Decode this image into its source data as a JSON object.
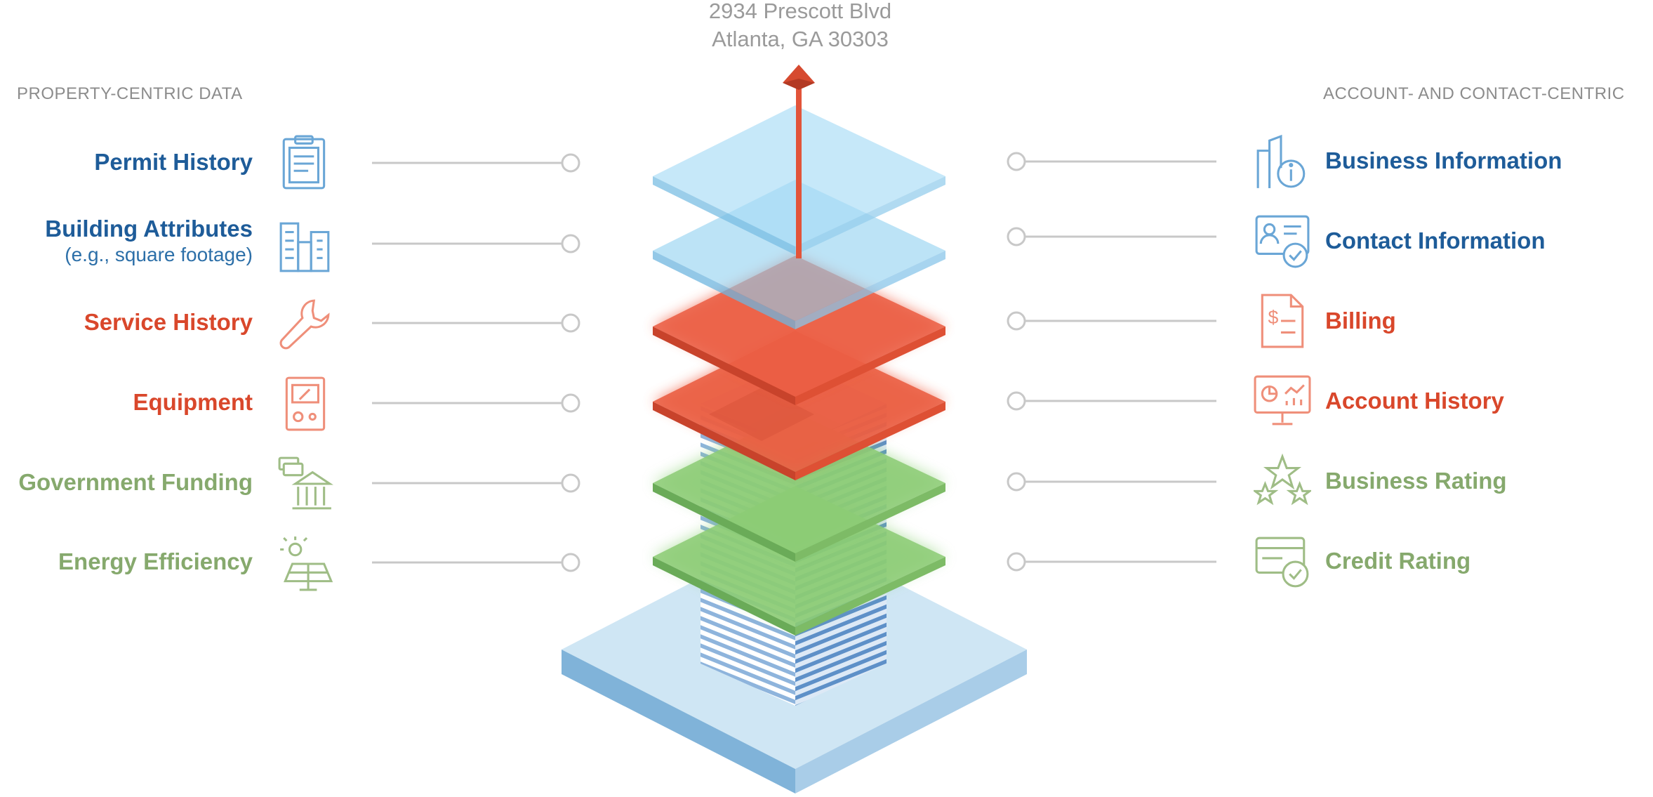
{
  "address": {
    "line1": "2934 Prescott Blvd",
    "line2": "Atlanta, GA 30303"
  },
  "sections": {
    "left": "PROPERTY-CENTRIC DATA",
    "right": "ACCOUNT- AND CONTACT-CENTRIC"
  },
  "colors": {
    "blue": "#1e5c99",
    "red": "#d9472b",
    "green": "#86a96d",
    "connector": "#c8c8c8"
  },
  "left_items": [
    {
      "label": "Permit History",
      "sublabel": "",
      "icon": "clipboard-icon",
      "color": "blue"
    },
    {
      "label": "Building Attributes",
      "sublabel": "(e.g., square footage)",
      "icon": "buildings-icon",
      "color": "blue"
    },
    {
      "label": "Service History",
      "sublabel": "",
      "icon": "wrench-icon",
      "color": "red"
    },
    {
      "label": "Equipment",
      "sublabel": "",
      "icon": "control-panel-icon",
      "color": "red"
    },
    {
      "label": "Government Funding",
      "sublabel": "",
      "icon": "government-building-icon",
      "color": "green"
    },
    {
      "label": "Energy Efficiency",
      "sublabel": "",
      "icon": "solar-panel-icon",
      "color": "green"
    }
  ],
  "right_items": [
    {
      "label": "Business Information",
      "icon": "business-info-icon",
      "color": "blue"
    },
    {
      "label": "Contact Information",
      "icon": "contact-card-icon",
      "color": "blue"
    },
    {
      "label": "Billing",
      "icon": "invoice-icon",
      "color": "red"
    },
    {
      "label": "Account History",
      "icon": "monitor-chart-icon",
      "color": "red"
    },
    {
      "label": "Business Rating",
      "icon": "stars-icon",
      "color": "green"
    },
    {
      "label": "Credit Rating",
      "icon": "credit-card-check-icon",
      "color": "green"
    }
  ]
}
